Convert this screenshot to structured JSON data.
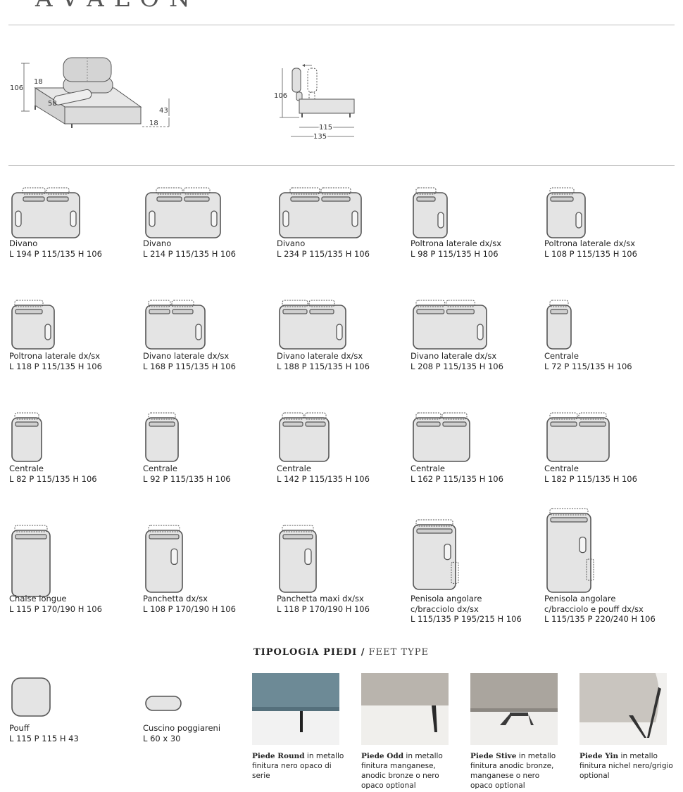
{
  "brand": "AVALON",
  "dimensions": {
    "left_drawing": {
      "height": "106",
      "arm_width": "18",
      "arm_length": "58",
      "seat_height": "43",
      "foot_height": "18"
    },
    "right_drawing": {
      "height": "106",
      "depth_min": "115",
      "depth_max": "135"
    }
  },
  "modules": [
    {
      "name": "Divano",
      "size": "L 194 P 115/135 H 106"
    },
    {
      "name": "Divano",
      "size": "L 214 P 115/135 H 106"
    },
    {
      "name": "Divano",
      "size": "L 234 P 115/135 H 106"
    },
    {
      "name": "Poltrona laterale dx/sx",
      "size": "L 98 P 115/135 H 106"
    },
    {
      "name": "Poltrona laterale dx/sx",
      "size": "L 108 P 115/135 H 106"
    },
    {
      "name": "Poltrona laterale dx/sx",
      "size": "L 118 P 115/135 H 106"
    },
    {
      "name": "Divano laterale dx/sx",
      "size": "L 168 P 115/135 H 106"
    },
    {
      "name": "Divano laterale dx/sx",
      "size": "L 188 P 115/135 H 106"
    },
    {
      "name": "Divano laterale dx/sx",
      "size": "L 208 P 115/135 H 106"
    },
    {
      "name": "Centrale",
      "size": "L 72 P 115/135 H 106"
    },
    {
      "name": "Centrale",
      "size": "L 82 P 115/135 H 106"
    },
    {
      "name": "Centrale",
      "size": "L 92 P 115/135 H 106"
    },
    {
      "name": "Centrale",
      "size": "L 142 P 115/135 H 106"
    },
    {
      "name": "Centrale",
      "size": "L 162 P 115/135 H 106"
    },
    {
      "name": "Centrale",
      "size": "L 182 P 115/135 H 106"
    },
    {
      "name": "Chaise longue",
      "size": "L 115 P 170/190 H 106"
    },
    {
      "name": "Panchetta dx/sx",
      "size": "L 108 P 170/190 H 106"
    },
    {
      "name": "Panchetta maxi dx/sx",
      "size": "L 118 P 170/190 H 106"
    },
    {
      "name": "Penisola angolare",
      "name2": "c/bracciolo dx/sx",
      "size": "L 115/135 P 195/215 H 106"
    },
    {
      "name": "Penisola angolare",
      "name2": "c/bracciolo e pouff dx/sx",
      "size": "L 115/135 P 220/240 H 106"
    },
    {
      "name": "Pouff",
      "size": "L 115 P 115 H 43"
    },
    {
      "name": "Cuscino poggiareni",
      "size": "L 60 x 30"
    }
  ],
  "feet_section": {
    "title": "TIPOLOGIA PIEDI /",
    "subtitle": "FEET TYPE"
  },
  "feet": [
    {
      "name": "Piede Round",
      "desc1": " in metallo",
      "desc2": "finitura nero opaco di",
      "desc3": "serie"
    },
    {
      "name": "Piede Odd",
      "desc1": " in metallo",
      "desc2": "finitura manganese,",
      "desc3": "anodic bronze o nero",
      "desc4": "opaco optional"
    },
    {
      "name": "Piede Stive",
      "desc1": " in metallo",
      "desc2": "finitura anodic bronze,",
      "desc3": "manganese o nero",
      "desc4": "opaco optional"
    },
    {
      "name": "Piede Yin",
      "desc1": " in metallo",
      "desc2": "finitura nichel nero/grigio",
      "desc3": "optional"
    }
  ],
  "colors": {
    "line": "#555555",
    "fill": "#e4e4e4",
    "rule": "#bdbdbd"
  }
}
